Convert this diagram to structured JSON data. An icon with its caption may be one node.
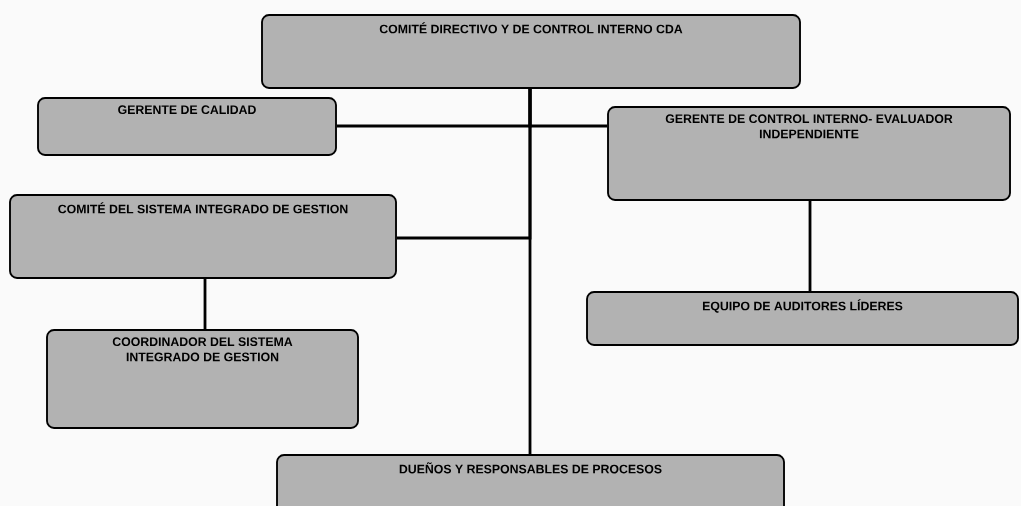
{
  "diagram": {
    "nodes": [
      {
        "text": [
          "COMITÉ DIRECTIVO Y DE CONTROL INTERNO CDA"
        ]
      },
      {
        "text": [
          "GERENTE DE CALIDAD"
        ]
      },
      {
        "text": [
          "GERENTE DE CONTROL INTERNO- EVALUADOR INDEPENDIENTE"
        ]
      },
      {
        "text": [
          "COMITÉ DEL SISTEMA INTEGRADO DE GESTION"
        ]
      },
      {
        "text": [
          "COORDINADOR DEL SISTEMA INTEGRADO DE GESTION"
        ]
      },
      {
        "text": [
          "EQUIPO DE AUDITORES LÍDERES"
        ]
      },
      {
        "text": [
          "DUEÑOS Y RESPONSABLES DE PROCESOS"
        ]
      }
    ],
    "edges": [
      {
        "from": 0,
        "to": 1,
        "arrow": "none"
      },
      {
        "from": 0,
        "to": 2,
        "arrow": "none"
      },
      {
        "from": 0,
        "to": 3,
        "arrow": "none"
      },
      {
        "from": 0,
        "to": 6,
        "arrow": "none"
      },
      {
        "from": 3,
        "to": 4,
        "arrow": "none"
      },
      {
        "from": 2,
        "to": 5,
        "arrow": "none"
      }
    ]
  }
}
